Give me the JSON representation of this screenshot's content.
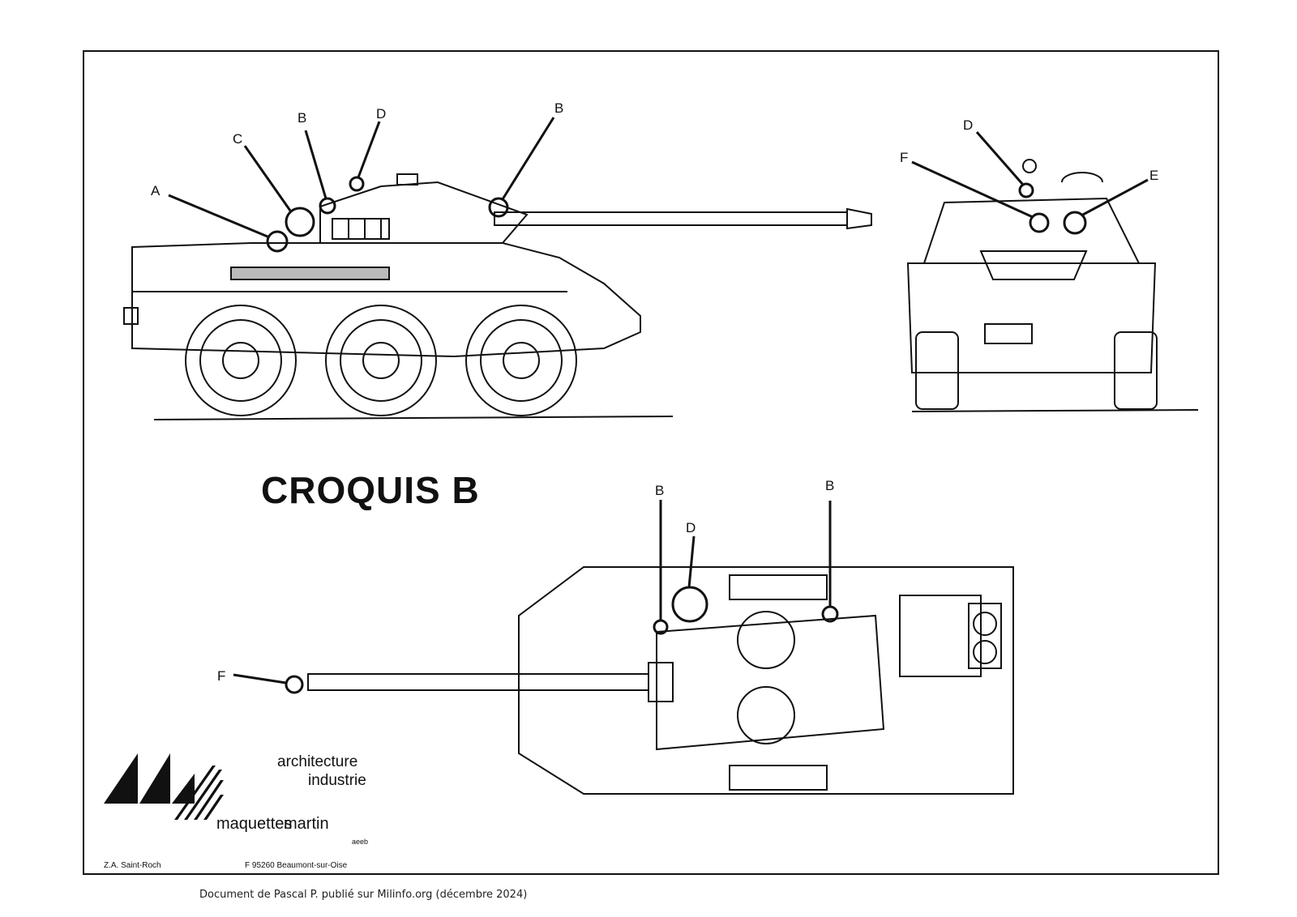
{
  "title": "CROQUIS B",
  "callouts": {
    "side": [
      "A",
      "C",
      "B",
      "D",
      "B"
    ],
    "front": [
      "D",
      "F",
      "E"
    ],
    "top": [
      "B",
      "D",
      "B",
      "F"
    ]
  },
  "brand": {
    "line1": "architecture",
    "line2": "industrie",
    "name_left": "maquettes",
    "name_right": "martin",
    "small": "aeeb",
    "logo": "stripe-logo-icon"
  },
  "address": {
    "left": "Z.A. Saint-Roch",
    "right": "F 95260 Beaumont-sur-Oise"
  },
  "footer": "Document de Pascal P. publié sur Milinfo.org (décembre 2024)"
}
